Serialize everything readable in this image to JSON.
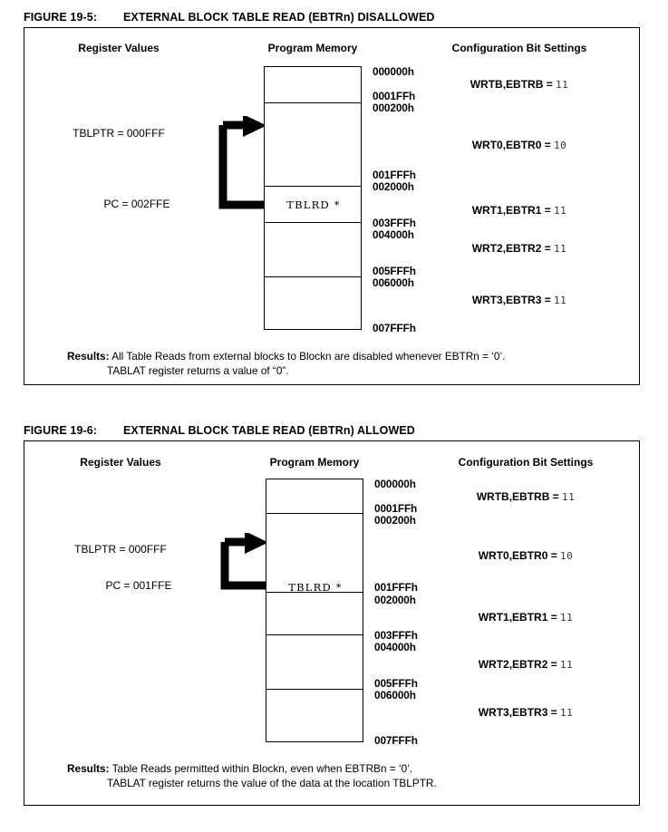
{
  "figures": [
    {
      "caption_number": "FIGURE 19-5:",
      "caption_title": "EXTERNAL BLOCK TABLE READ (EBTRn) DISALLOWED",
      "headers": {
        "register_values": "Register Values",
        "program_memory": "Program Memory",
        "config_bits": "Configuration Bit Settings"
      },
      "registers": {
        "tblptr": "TBLPTR = 000FFF",
        "pc": "PC = 002FFE"
      },
      "instruction": "TBLRD  *",
      "addresses": [
        "000000h",
        "0001FFh",
        "000200h",
        "001FFFh",
        "002000h",
        "003FFFh",
        "004000h",
        "005FFFh",
        "006000h",
        "007FFFh"
      ],
      "config_settings": [
        {
          "name": "WRTB,EBTRB = ",
          "bits": "11"
        },
        {
          "name": "WRT0,EBTR0 = ",
          "bits": "10"
        },
        {
          "name": "WRT1,EBTR1 = ",
          "bits": "11"
        },
        {
          "name": "WRT2,EBTR2 = ",
          "bits": "11"
        },
        {
          "name": "WRT3,EBTR3 = ",
          "bits": "11"
        }
      ],
      "results": {
        "label": "Results:",
        "line1": "All Table Reads from external blocks to Blockn are disabled whenever EBTRn = ‘0’.",
        "line2": "TABLAT register returns a value of “0”."
      }
    },
    {
      "caption_number": "FIGURE 19-6:",
      "caption_title": "EXTERNAL BLOCK TABLE READ (EBTRn) ALLOWED",
      "headers": {
        "register_values": "Register Values",
        "program_memory": "Program Memory",
        "config_bits": "Configuration Bit Settings"
      },
      "registers": {
        "tblptr": "TBLPTR = 000FFF",
        "pc": "PC = 001FFE"
      },
      "instruction": "TBLRD  *",
      "addresses": [
        "000000h",
        "0001FFh",
        "000200h",
        "001FFFh",
        "002000h",
        "003FFFh",
        "004000h",
        "005FFFh",
        "006000h",
        "007FFFh"
      ],
      "config_settings": [
        {
          "name": "WRTB,EBTRB = ",
          "bits": "11"
        },
        {
          "name": "WRT0,EBTR0 = ",
          "bits": "10"
        },
        {
          "name": "WRT1,EBTR1 = ",
          "bits": "11"
        },
        {
          "name": "WRT2,EBTR2 = ",
          "bits": "11"
        },
        {
          "name": "WRT3,EBTR3 = ",
          "bits": "11"
        }
      ],
      "results": {
        "label": "Results:",
        "line1": "Table Reads permitted within Blockn, even when EBTRBn = ‘0’.",
        "line2": "TABLAT register returns the value of the data at the location TBLPTR."
      }
    }
  ]
}
